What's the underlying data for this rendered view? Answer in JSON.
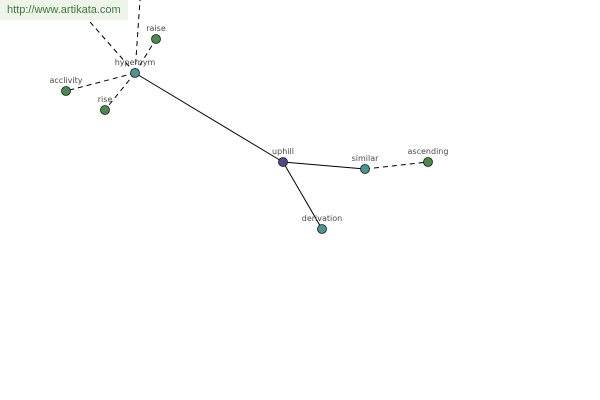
{
  "banner": {
    "url": "http://www.artikata.com"
  },
  "colors": {
    "center": "#4a4a8c",
    "relation": "#4a9494",
    "word": "#4a8a4a",
    "edge": "#000000"
  },
  "graph": {
    "nodes": [
      {
        "id": "uphill",
        "label": "uphill",
        "kind": "center"
      },
      {
        "id": "hypernym",
        "label": "hypernym",
        "kind": "relation"
      },
      {
        "id": "similar",
        "label": "similar",
        "kind": "relation"
      },
      {
        "id": "derivation",
        "label": "derivation",
        "kind": "relation"
      },
      {
        "id": "raise",
        "label": "raise",
        "kind": "word"
      },
      {
        "id": "acclivity",
        "label": "acclivity",
        "kind": "word"
      },
      {
        "id": "rise",
        "label": "rise",
        "kind": "word"
      },
      {
        "id": "ascending",
        "label": "ascending",
        "kind": "word"
      }
    ],
    "edges": [
      {
        "from": "uphill",
        "to": "hypernym",
        "style": "solid"
      },
      {
        "from": "uphill",
        "to": "similar",
        "style": "solid"
      },
      {
        "from": "uphill",
        "to": "derivation",
        "style": "solid"
      },
      {
        "from": "hypernym",
        "to": "raise",
        "style": "dashed"
      },
      {
        "from": "hypernym",
        "to": "acclivity",
        "style": "dashed"
      },
      {
        "from": "hypernym",
        "to": "rise",
        "style": "dashed"
      },
      {
        "from": "similar",
        "to": "ascending",
        "style": "dashed"
      }
    ]
  }
}
